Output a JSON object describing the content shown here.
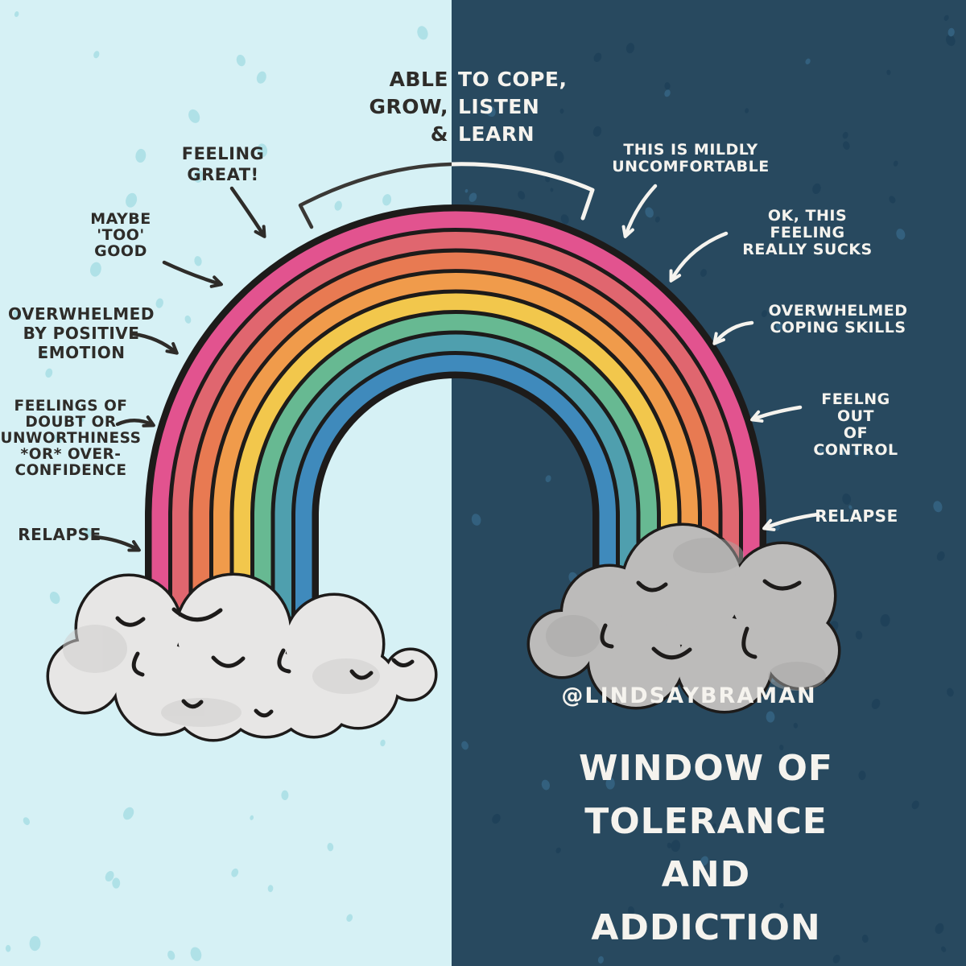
{
  "colors": {
    "left_background": "#d6f1f5",
    "right_background": "#28495f",
    "ink_dark": "#2e2c29",
    "ink_light": "#f5f3ee",
    "outline": "#1d1b1a",
    "rainbow_bands_outer_to_inner": [
      "#e2538f",
      "#e0666f",
      "#e87a52",
      "#f09b4b",
      "#f2c74c",
      "#67b992",
      "#4f9fae",
      "#3f8abc"
    ],
    "cloud_left": "#e7e6e5",
    "cloud_right": "#bcbbba",
    "speckle_left": "#abdfe5",
    "speckle_right_dark": "#1f4158",
    "speckle_right_light": "#34627f"
  },
  "top_annotation": {
    "left_part": "ABLE\nGROW,\n&",
    "right_part": "TO COPE,\nLISTEN\nLEARN"
  },
  "left_annotations": [
    "FEELING\nGREAT!",
    "MAYBE\n'TOO'\nGOOD",
    "OVERWHELMED\nBY POSITIVE\nEMOTION",
    "FEELINGS OF\nDOUBT OR\nUNWORTHINESS\n*OR* OVER-\nCONFIDENCE",
    "RELAPSE"
  ],
  "right_annotations": [
    "THIS IS MILDLY\nUNCOMFORTABLE",
    "OK, THIS FEELING\nREALLY SUCKS",
    "OVERWHELMED\nCOPING SKILLS",
    "FEELNG OUT\nOF CONTROL",
    "RELAPSE"
  ],
  "credit": "@LINDSAYBRAMAN",
  "title": "WINDOW OF TOLERANCE\nAND ADDICTION"
}
